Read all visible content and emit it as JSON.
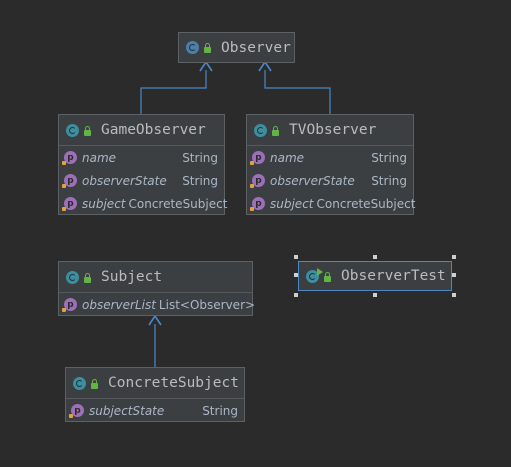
{
  "diagram": {
    "nodes": {
      "observer": {
        "name": "Observer",
        "kind": "interface",
        "fields": []
      },
      "game_observer": {
        "name": "GameObserver",
        "kind": "class",
        "fields": [
          {
            "name": "name",
            "type": "String"
          },
          {
            "name": "observerState",
            "type": "String"
          },
          {
            "name": "subject",
            "type": "ConcreteSubject"
          }
        ]
      },
      "tv_observer": {
        "name": "TVObserver",
        "kind": "class",
        "fields": [
          {
            "name": "name",
            "type": "String"
          },
          {
            "name": "observerState",
            "type": "String"
          },
          {
            "name": "subject",
            "type": "ConcreteSubject"
          }
        ]
      },
      "subject": {
        "name": "Subject",
        "kind": "class",
        "fields": [
          {
            "name": "observerList",
            "type": "List<Observer>"
          }
        ]
      },
      "concrete_subject": {
        "name": "ConcreteSubject",
        "kind": "class",
        "fields": [
          {
            "name": "subjectState",
            "type": "String"
          }
        ]
      },
      "observer_test": {
        "name": "ObserverTest",
        "kind": "class",
        "runnable": true,
        "selected": true,
        "fields": []
      }
    },
    "edges": [
      {
        "from": "game_observer",
        "to": "observer",
        "relation": "implements"
      },
      {
        "from": "tv_observer",
        "to": "observer",
        "relation": "implements"
      },
      {
        "from": "concrete_subject",
        "to": "subject",
        "relation": "extends"
      }
    ],
    "field_icon_letter": "p",
    "colors": {
      "background": "#2b2b2b",
      "node_fill": "#3c3f41",
      "node_border": "#5e6163",
      "selection": "#4a88c7",
      "edge": "#4a88c7",
      "class_icon": "#3d8f9f",
      "field_icon": "#9d6fb8"
    }
  }
}
